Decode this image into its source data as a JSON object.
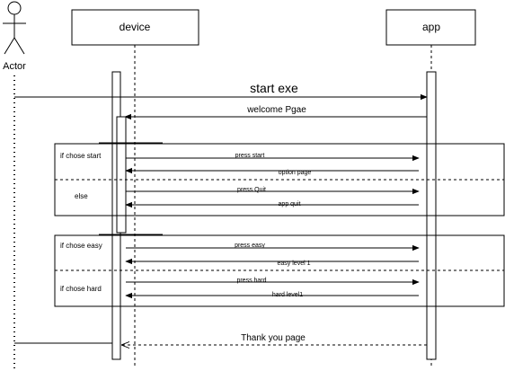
{
  "actor": {
    "label": "Actor"
  },
  "lifelines": {
    "device": {
      "label": "device"
    },
    "app": {
      "label": "app"
    }
  },
  "messages": {
    "start_exe": "start exe",
    "welcome_page": "welcome Pgae",
    "press_start": "press start",
    "option_page": "option page",
    "press_quit": "press Quit",
    "app_quit": "app quit",
    "press_easy": "press easy",
    "easy_level": "easy level 1",
    "press_hard": "press hard",
    "hard_level": "hard level1",
    "thank_you": "Thank you page"
  },
  "fragments": {
    "first": {
      "guard_top": "if chose start",
      "guard_bottom": "else"
    },
    "second": {
      "guard_top": "if chose easy",
      "guard_bottom": "if chose hard"
    }
  }
}
